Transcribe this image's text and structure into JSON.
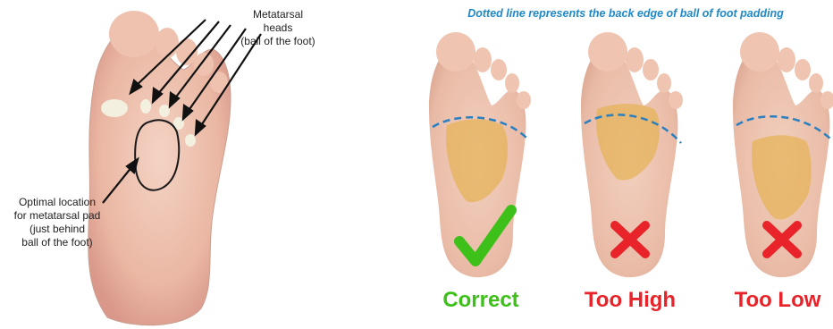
{
  "left_panel": {
    "label_heads_line1": "Metatarsal heads",
    "label_heads_line2": "(ball of the foot)",
    "label_pad_line1": "Optimal location",
    "label_pad_line2": "for metatarsal pad",
    "label_pad_line3": "(just behind",
    "label_pad_line4": "ball of the foot)"
  },
  "right_panel": {
    "title": "Dotted line represents the back edge of ball of foot padding",
    "examples": [
      {
        "label": "Correct",
        "mark": "checkmark-icon",
        "color": "#3ec01a"
      },
      {
        "label": "Too High",
        "mark": "cross-icon",
        "color": "#e8232a"
      },
      {
        "label": "Too Low",
        "mark": "cross-icon",
        "color": "#e8232a"
      }
    ]
  },
  "colors": {
    "skin": "#efc6b4",
    "pad": "#e6b35a",
    "dotted_line": "#2a7fc0",
    "title": "#1e88c8"
  }
}
